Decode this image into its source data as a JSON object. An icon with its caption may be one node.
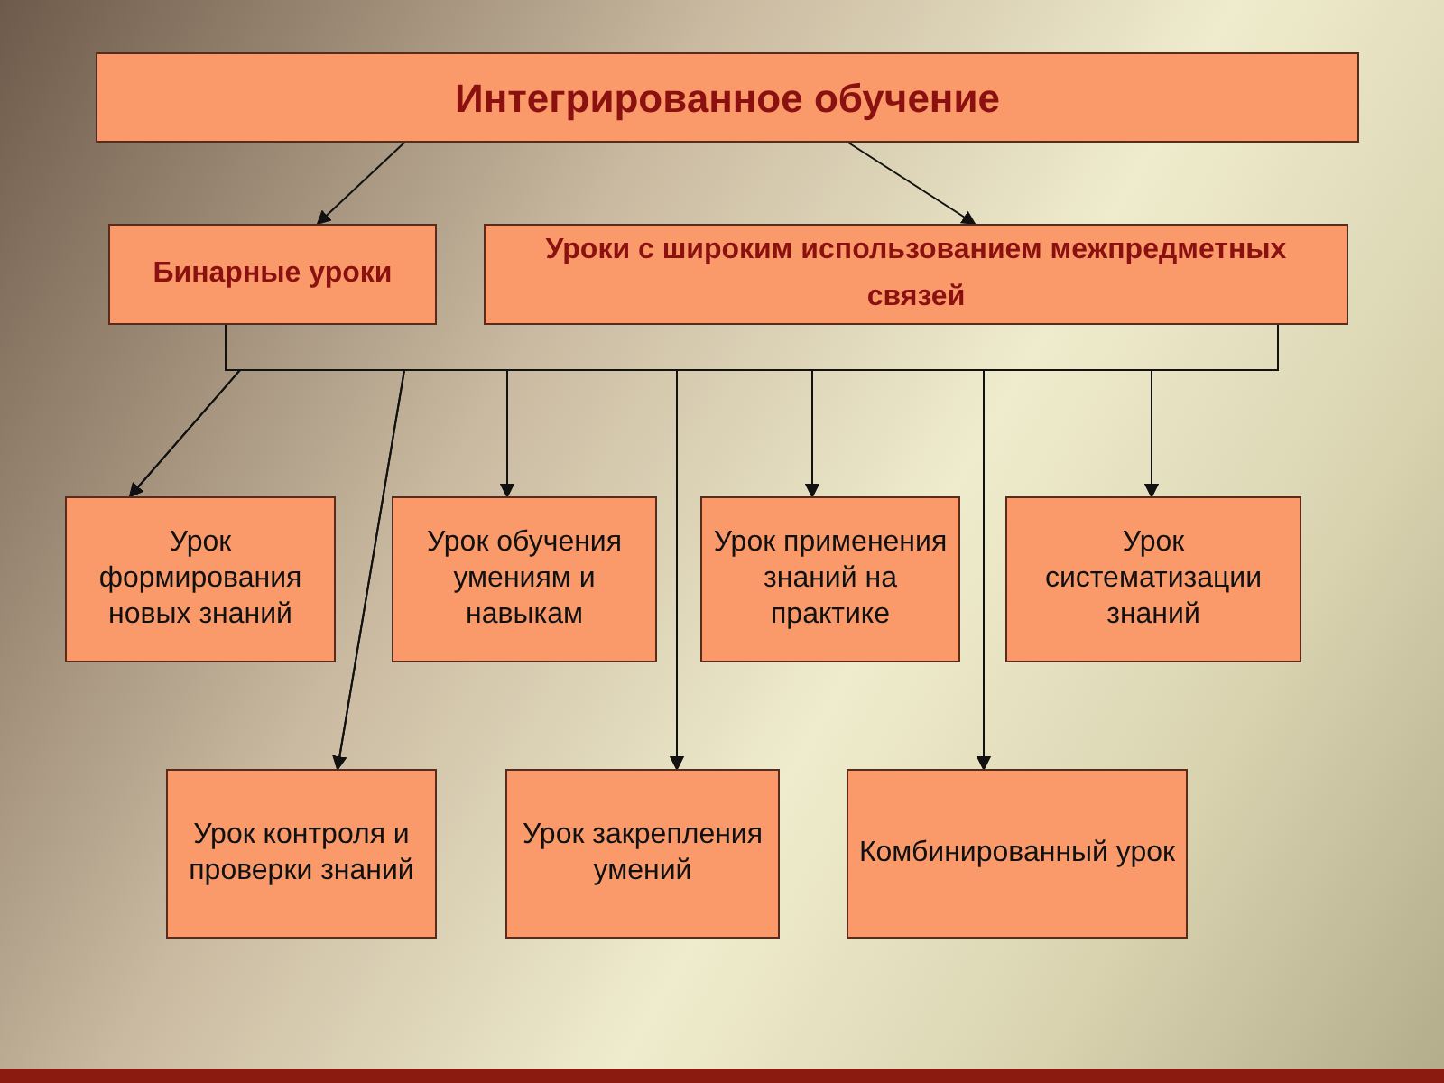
{
  "diagram": {
    "nodes": [
      {
        "text": [
          "Интегрированное обучение"
        ]
      },
      {
        "text": [
          "Бинарные уроки"
        ]
      },
      {
        "text": [
          "Уроки с широким использованием межпредметных связей"
        ]
      },
      {
        "text": [
          "Урок формирования новых знаний"
        ]
      },
      {
        "text": [
          "Урок обучения умениям и навыкам"
        ]
      },
      {
        "text": [
          "Урок применения знаний на практике"
        ]
      },
      {
        "text": [
          "Урок систематизации знаний"
        ]
      },
      {
        "text": [
          "Урок контроля и проверки знаний"
        ]
      },
      {
        "text": [
          "Урок закрепления умений"
        ]
      },
      {
        "text": [
          "Комбинированный урок"
        ]
      }
    ],
    "edges": [
      {
        "from": 0,
        "to": 1,
        "arrow": "to"
      },
      {
        "from": 0,
        "to": 2,
        "arrow": "to"
      },
      {
        "from": 1,
        "to": 3,
        "arrow": "to"
      },
      {
        "from": 2,
        "to": 3,
        "arrow": "to"
      },
      {
        "from": 1,
        "to": 4,
        "arrow": "to"
      },
      {
        "from": 2,
        "to": 4,
        "arrow": "to"
      },
      {
        "from": 1,
        "to": 5,
        "arrow": "to"
      },
      {
        "from": 2,
        "to": 5,
        "arrow": "to"
      },
      {
        "from": 1,
        "to": 6,
        "arrow": "to"
      },
      {
        "from": 2,
        "to": 6,
        "arrow": "to"
      },
      {
        "from": 1,
        "to": 7,
        "arrow": "to"
      },
      {
        "from": 2,
        "to": 7,
        "arrow": "to"
      },
      {
        "from": 1,
        "to": 8,
        "arrow": "to"
      },
      {
        "from": 2,
        "to": 8,
        "arrow": "to"
      },
      {
        "from": 1,
        "to": 9,
        "arrow": "to"
      },
      {
        "from": 2,
        "to": 9,
        "arrow": "to"
      }
    ]
  }
}
